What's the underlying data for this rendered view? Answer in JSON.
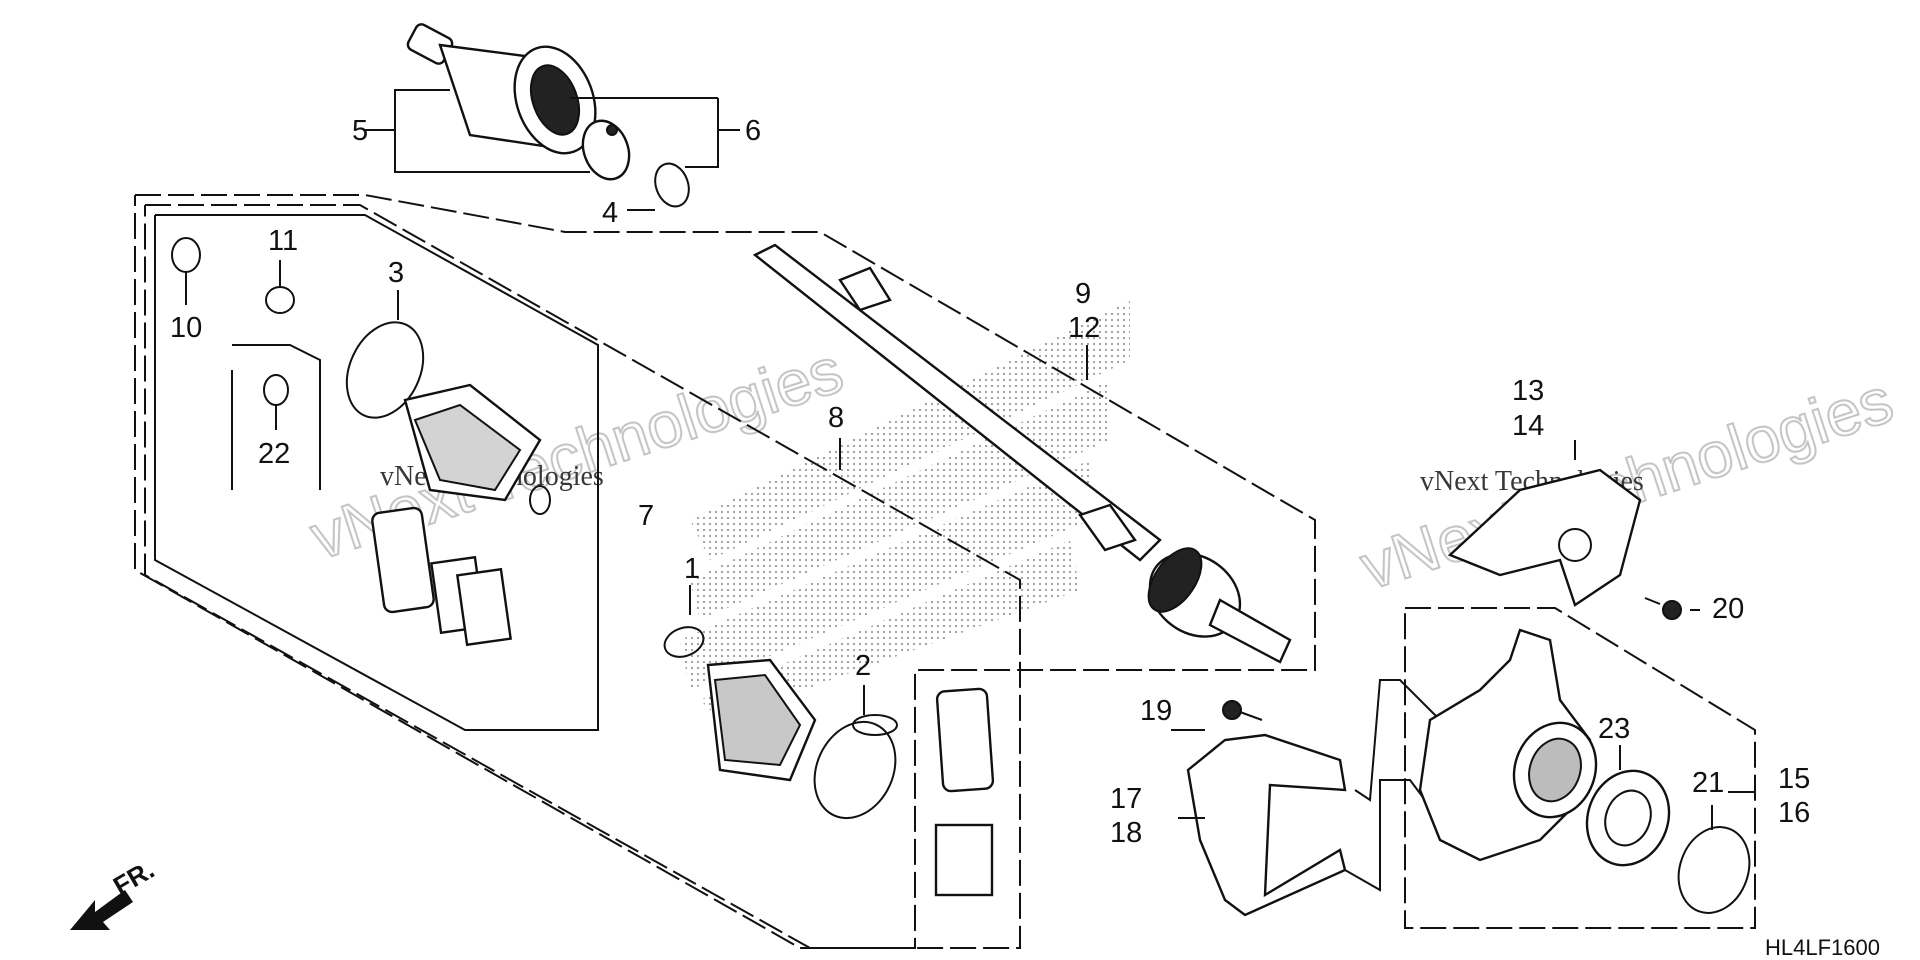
{
  "diagram_code": "HL4LF1600",
  "direction_label": "FR.",
  "watermark": {
    "line1": "vNext Technologies",
    "line2": "vNext Technologies"
  },
  "callouts": {
    "c1": "1",
    "c2": "2",
    "c3": "3",
    "c4": "4",
    "c5": "5",
    "c6": "6",
    "c7": "7",
    "c8": "8",
    "c9": "9",
    "c10": "10",
    "c11": "11",
    "c12": "12",
    "c13": "13",
    "c14": "14",
    "c15": "15",
    "c16": "16",
    "c17": "17",
    "c18": "18",
    "c19": "19",
    "c20": "20",
    "c21": "21",
    "c22": "22",
    "c23": "23"
  }
}
